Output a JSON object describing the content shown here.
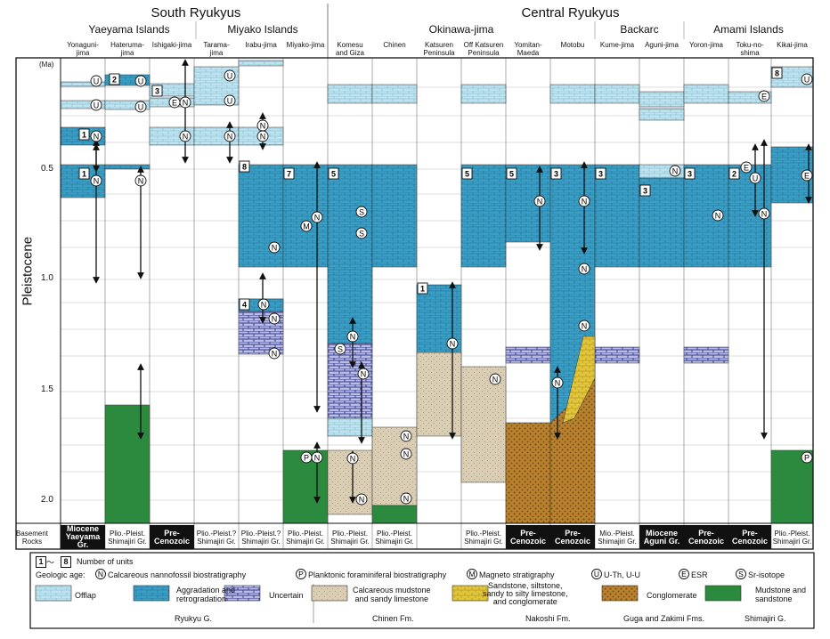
{
  "regions": [
    {
      "name": "South Ryukyus"
    },
    {
      "name": "Central Ryukyus"
    }
  ],
  "groups": [
    {
      "name": "Yaeyama Islands"
    },
    {
      "name": "Miyako Islands"
    },
    {
      "name": "Okinawa-jima"
    },
    {
      "name": "Backarc"
    },
    {
      "name": "Amami Islands"
    }
  ],
  "localities": [
    "Yonaguni-\njima",
    "Haterumа-\njima",
    "Ishigaki-jima",
    "Tarama-\njima",
    "Irabu-jima",
    "Miyako-jima",
    "Komesu\nand Giza",
    "Chinen",
    "Katsuren\nPeninsula",
    "Off Katsuren\nPeninsula",
    "Yomitan-\nMaeda",
    "Motobu",
    "Kume-jima",
    "Aguni-jima",
    "Yoron-jima",
    "Toku-no-\nshima",
    "Kikai-jima"
  ],
  "y_axis": {
    "label": "Pleistocene",
    "unit": "(Ma)",
    "ticks": [
      "0.5",
      "1.0",
      "1.5",
      "2.0"
    ]
  },
  "row_label": "Basement\nRocks",
  "basement": [
    {
      "text": "Miocene\nYaeyama Gr.",
      "dark": true
    },
    {
      "text": "Plio.-Pleist.\nShimajiri Gr.",
      "dark": false
    },
    {
      "text": "Pre-\nCenozoic",
      "dark": true
    },
    {
      "text": "Plio.-Pleist.?\nShimajiri Gr.",
      "dark": false
    },
    {
      "text": "Plio.-Pleist.?\nShimajiri Gr.",
      "dark": false
    },
    {
      "text": "Plio.-Pleist.\nShimajiri Gr.",
      "dark": false
    },
    {
      "text": "Plio.-Pleist.\nShimajiri Gr.",
      "dark": false
    },
    {
      "text": "Plio.-Pleist.\nShimajiri Gr.",
      "dark": false
    },
    {
      "text": "",
      "dark": false
    },
    {
      "text": "Plio.-Pleist.\nShimajiri Gr.",
      "dark": false
    },
    {
      "text": "Pre-\nCenozoic",
      "dark": true
    },
    {
      "text": "Pre-\nCenozoic",
      "dark": true
    },
    {
      "text": "Mio.-Pleist.\nShimajiri Gr.",
      "dark": false
    },
    {
      "text": "Miocene\nAguni Gr.",
      "dark": true
    },
    {
      "text": "Pre-\nCenozoic",
      "dark": true
    },
    {
      "text": "Pre-\nCenozoic",
      "dark": true
    },
    {
      "text": "Plio.-Pleist.\nShimajiri Gr.",
      "dark": false
    }
  ],
  "colors": {
    "offlap": "#bfe3ef",
    "aggradation": "#3a9fc6",
    "uncertain": "#4a4f9e",
    "chinen": "#d9cdb3",
    "nakoshi": "#e2c53a",
    "conglomerate": "#b8812e",
    "shimajiri": "#2b8a3e"
  },
  "legend": {
    "units_label": "Number of units",
    "units_box_a": "1",
    "units_tilde": "〜",
    "units_box_b": "8",
    "geologic_age": "Geologic age:",
    "methods": [
      {
        "symbol": "N",
        "label": "Calcareous nannofossil biostratigraphy"
      },
      {
        "symbol": "P",
        "label": "Planktonic foraminiferal biostratigraphy"
      },
      {
        "symbol": "M",
        "label": "Magneto stratigraphy"
      },
      {
        "symbol": "U",
        "label": "U-Th, U-U"
      },
      {
        "symbol": "E",
        "label": "ESR"
      },
      {
        "symbol": "S",
        "label": "Sr-isotope"
      }
    ],
    "facies": [
      {
        "label": "Offlap"
      },
      {
        "label": "Aggradation and\nretrogradation"
      },
      {
        "label": "Uncertain"
      },
      {
        "label": "Calcareous mudstone\nand sandy limestone"
      },
      {
        "label": "Sandstone, siltstone,\nsandy to silty limestone,\nand conglomerate"
      },
      {
        "label": "Conglomerate"
      },
      {
        "label": "Mudstone and\nsandstone"
      }
    ],
    "formations": [
      "Ryukyu G.",
      "Chinen Fm.",
      "Nakoshi Fm.",
      "Guga and Zakimi Fms.",
      "Shimajiri G."
    ]
  }
}
